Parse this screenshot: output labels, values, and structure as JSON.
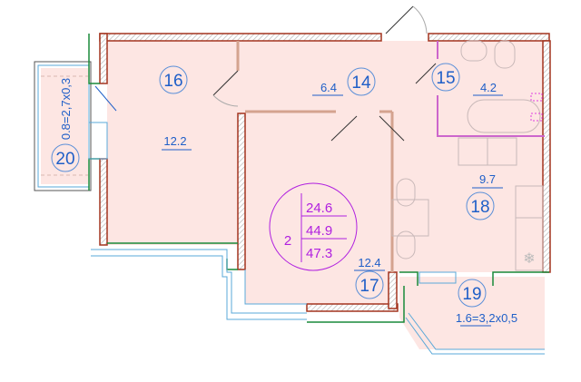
{
  "rooms": [
    {
      "number": "16",
      "area": "12.2"
    },
    {
      "number": "14",
      "area": "6.4"
    },
    {
      "number": "15",
      "area": "4.2"
    },
    {
      "number": "17",
      "area": "12.4"
    },
    {
      "number": "18",
      "area": "9.7"
    },
    {
      "number": "19",
      "area": "1.6=3,2x0,5"
    },
    {
      "number": "20",
      "area": "0.8=2,7x0,3"
    }
  ],
  "summary": {
    "rooms_count": "2",
    "living_area": "24.6",
    "total_area": "44.9",
    "total_with_balcony": "47.3"
  },
  "colors": {
    "floor": "#fde6e3",
    "wall": "#a3341f",
    "label": "#1f5fc8",
    "summary": "#b020e0",
    "window": "#5aa8d8",
    "green": "#1a8a3a"
  }
}
